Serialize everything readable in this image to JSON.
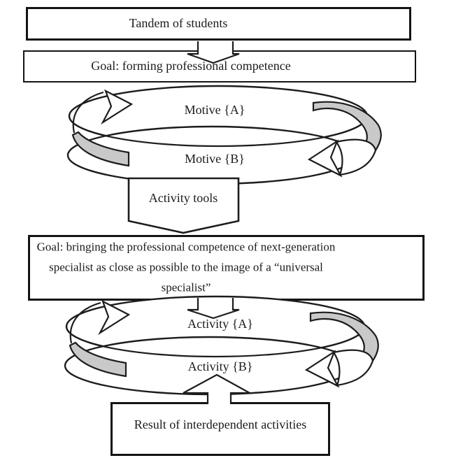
{
  "diagram": {
    "boxes": {
      "tandem": "Tandem of students",
      "goal1": "Goal: forming professional competence",
      "goal2_lines": [
        "Goal: bringing the professional competence of next-generation",
        "specialist as close as possible to the image of a “universal",
        "specialist”"
      ],
      "activity_tools": "Activity tools",
      "result": "Result of interdependent activities"
    },
    "cycles": {
      "motive_a": "Motive {A}",
      "motive_b": "Motive {B}",
      "activity_a": "Activity {A}",
      "activity_b": "Activity {B}"
    },
    "colors": {
      "outline": "#1c1c1c",
      "ribbon_gray": "#c9c9c9",
      "background": "#ffffff"
    }
  }
}
